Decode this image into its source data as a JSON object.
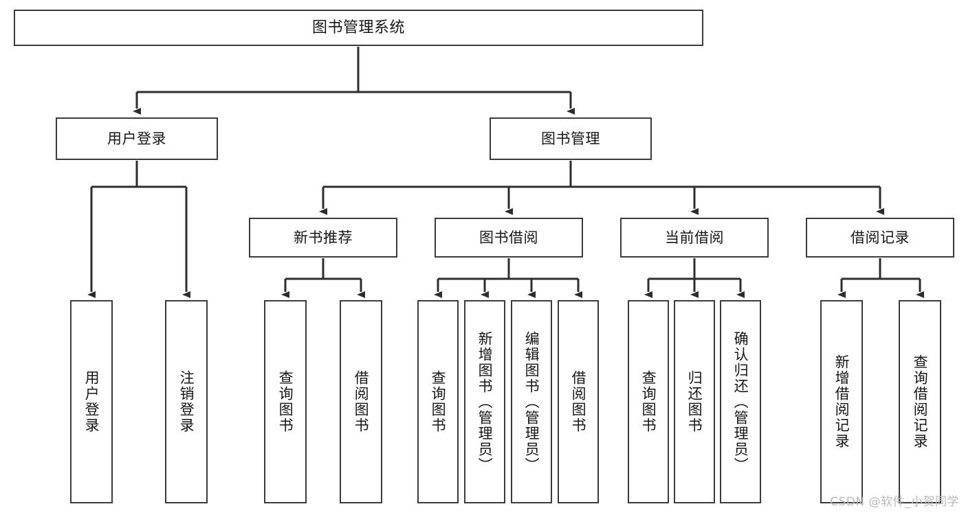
{
  "diagram": {
    "title": "图书管理系统",
    "type": "hierarchy-tree",
    "watermark": "CSDN @软件_小贺同学",
    "colors": {
      "box_border": "#3b3b3b",
      "box_fill": "#ffffff",
      "connector": "#2d2d2d",
      "text": "#161616",
      "watermark": "#b9b9b9",
      "background": "#ffffff"
    },
    "levels": [
      {
        "level": 1,
        "nodes": [
          {
            "id": "root",
            "label": "图书管理系统",
            "orientation": "horizontal"
          }
        ]
      },
      {
        "level": 2,
        "nodes": [
          {
            "id": "user-login",
            "label": "用户登录",
            "orientation": "horizontal",
            "parent": "root"
          },
          {
            "id": "book-manage",
            "label": "图书管理",
            "orientation": "horizontal",
            "parent": "root"
          }
        ]
      },
      {
        "level": 3,
        "nodes": [
          {
            "id": "new-book-rec",
            "label": "新书推荐",
            "orientation": "horizontal",
            "parent": "book-manage"
          },
          {
            "id": "book-borrow",
            "label": "图书借阅",
            "orientation": "horizontal",
            "parent": "book-manage"
          },
          {
            "id": "current-borrow",
            "label": "当前借阅",
            "orientation": "horizontal",
            "parent": "book-manage"
          },
          {
            "id": "borrow-record",
            "label": "借阅记录",
            "orientation": "horizontal",
            "parent": "book-manage"
          }
        ]
      },
      {
        "level": 4,
        "nodes": [
          {
            "id": "leaf-user-login",
            "label": "用户登录",
            "orientation": "vertical",
            "parent": "user-login"
          },
          {
            "id": "leaf-user-logout",
            "label": "注销登录",
            "orientation": "vertical",
            "parent": "user-login"
          },
          {
            "id": "leaf-query-book-1",
            "label": "查询图书",
            "orientation": "vertical",
            "parent": "new-book-rec"
          },
          {
            "id": "leaf-borrow-book-1",
            "label": "借阅图书",
            "orientation": "vertical",
            "parent": "new-book-rec"
          },
          {
            "id": "leaf-query-book-2",
            "label": "查询图书",
            "orientation": "vertical",
            "parent": "book-borrow"
          },
          {
            "id": "leaf-add-book",
            "label": "新增图书（管理员）",
            "orientation": "vertical",
            "parent": "book-borrow"
          },
          {
            "id": "leaf-edit-book",
            "label": "编辑图书（管理员）",
            "orientation": "vertical",
            "parent": "book-borrow"
          },
          {
            "id": "leaf-borrow-book-2",
            "label": "借阅图书",
            "orientation": "vertical",
            "parent": "book-borrow"
          },
          {
            "id": "leaf-query-book-3",
            "label": "查询图书",
            "orientation": "vertical",
            "parent": "current-borrow"
          },
          {
            "id": "leaf-return-book",
            "label": "归还图书",
            "orientation": "vertical",
            "parent": "current-borrow"
          },
          {
            "id": "leaf-confirm-return",
            "label": "确认归还（管理员）",
            "orientation": "vertical",
            "parent": "current-borrow"
          },
          {
            "id": "leaf-add-record",
            "label": "新增借阅记录",
            "orientation": "vertical",
            "parent": "borrow-record"
          },
          {
            "id": "leaf-query-record",
            "label": "查询借阅记录",
            "orientation": "vertical",
            "parent": "borrow-record"
          }
        ]
      }
    ]
  }
}
